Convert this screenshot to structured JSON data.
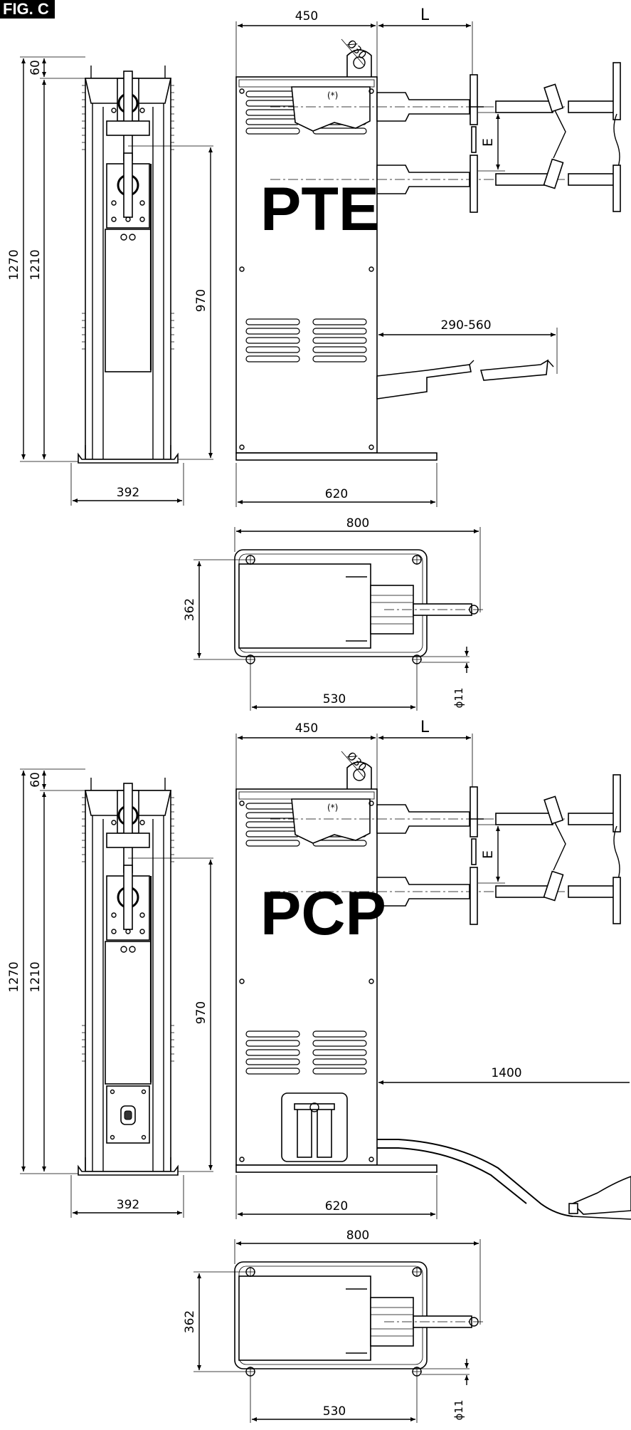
{
  "figure_label": "FIG. C",
  "top_group": {
    "model": "PTE",
    "front": {
      "overall_height": "1270",
      "base_height": "1210",
      "top_offset": "60",
      "electrode_height": "970",
      "base_width": "392"
    },
    "side": {
      "depth": "450",
      "arm_length": "L",
      "hole_diameter": "Ø30",
      "note": "(*)",
      "stroke": "E",
      "pedal_range": "290-560",
      "base_depth": "620"
    },
    "plan": {
      "length": "800",
      "width": "362",
      "holes_spacing": "530",
      "hole_dia": "ϕ11"
    }
  },
  "bottom_group": {
    "model": "PCP",
    "front": {
      "overall_height": "1270",
      "base_height": "1210",
      "top_offset": "60",
      "electrode_height": "970",
      "base_width": "392"
    },
    "side": {
      "depth": "450",
      "arm_length": "L",
      "hole_diameter": "Ø30",
      "note": "(*)",
      "stroke": "E",
      "pedal_distance": "1400",
      "base_depth": "620"
    },
    "plan": {
      "length": "800",
      "width": "362",
      "holes_spacing": "530",
      "hole_dia": "ϕ11"
    }
  }
}
